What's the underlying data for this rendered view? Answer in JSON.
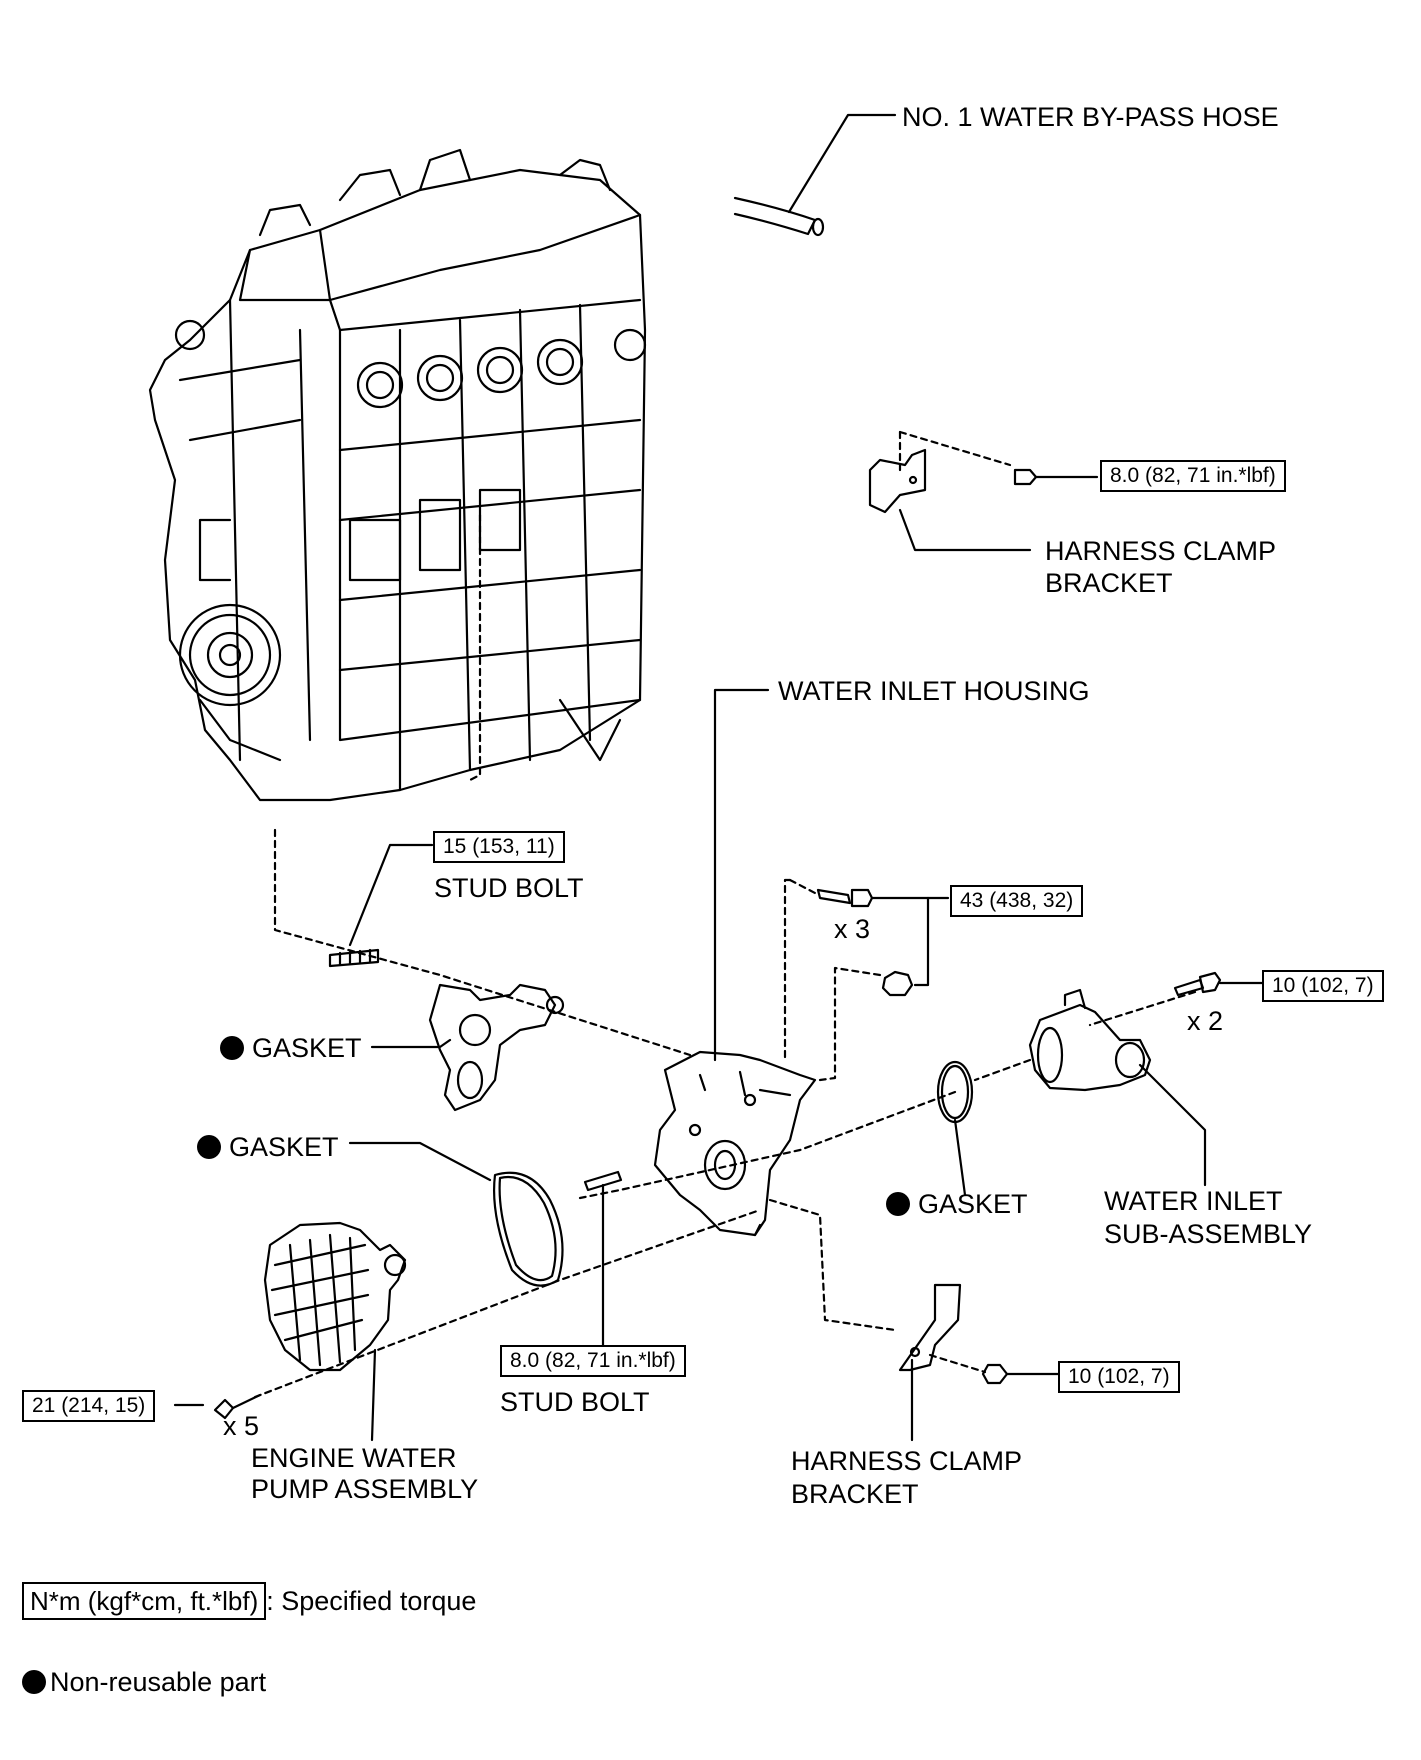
{
  "labels": {
    "bypass_hose": "NO. 1 WATER BY-PASS HOSE",
    "harness_clamp_upper_1": "HARNESS CLAMP",
    "harness_clamp_upper_2": "BRACKET",
    "water_inlet_housing": "WATER INLET HOUSING",
    "stud_bolt_upper": "STUD BOLT",
    "gasket_1": "GASKET",
    "gasket_2": "GASKET",
    "gasket_3": "GASKET",
    "water_inlet_sub_1": "WATER INLET",
    "water_inlet_sub_2": "SUB-ASSEMBLY",
    "stud_bolt_lower": "STUD BOLT",
    "water_pump_1": "ENGINE WATER",
    "water_pump_2": "PUMP ASSEMBLY",
    "harness_clamp_lower_1": "HARNESS CLAMP",
    "harness_clamp_lower_2": "BRACKET"
  },
  "torques": {
    "harness_upper": "8.0 (82, 71 in.*lbf)",
    "stud_upper": "15 (153, 11)",
    "housing_bolts": "43 (438, 32)",
    "inlet_bolts": "10 (102, 7)",
    "stud_lower": "8.0 (82, 71 in.*lbf)",
    "pump_bolts": "21 (214, 15)",
    "harness_lower": "10 (102, 7)"
  },
  "quantities": {
    "housing_bolts": "x 3",
    "inlet_bolts": "x 2",
    "pump_bolts": "x 5"
  },
  "legend": {
    "torque_unit": "N*m (kgf*cm, ft.*lbf)",
    "torque_text": ": Specified torque",
    "non_reusable": "Non-reusable part"
  }
}
